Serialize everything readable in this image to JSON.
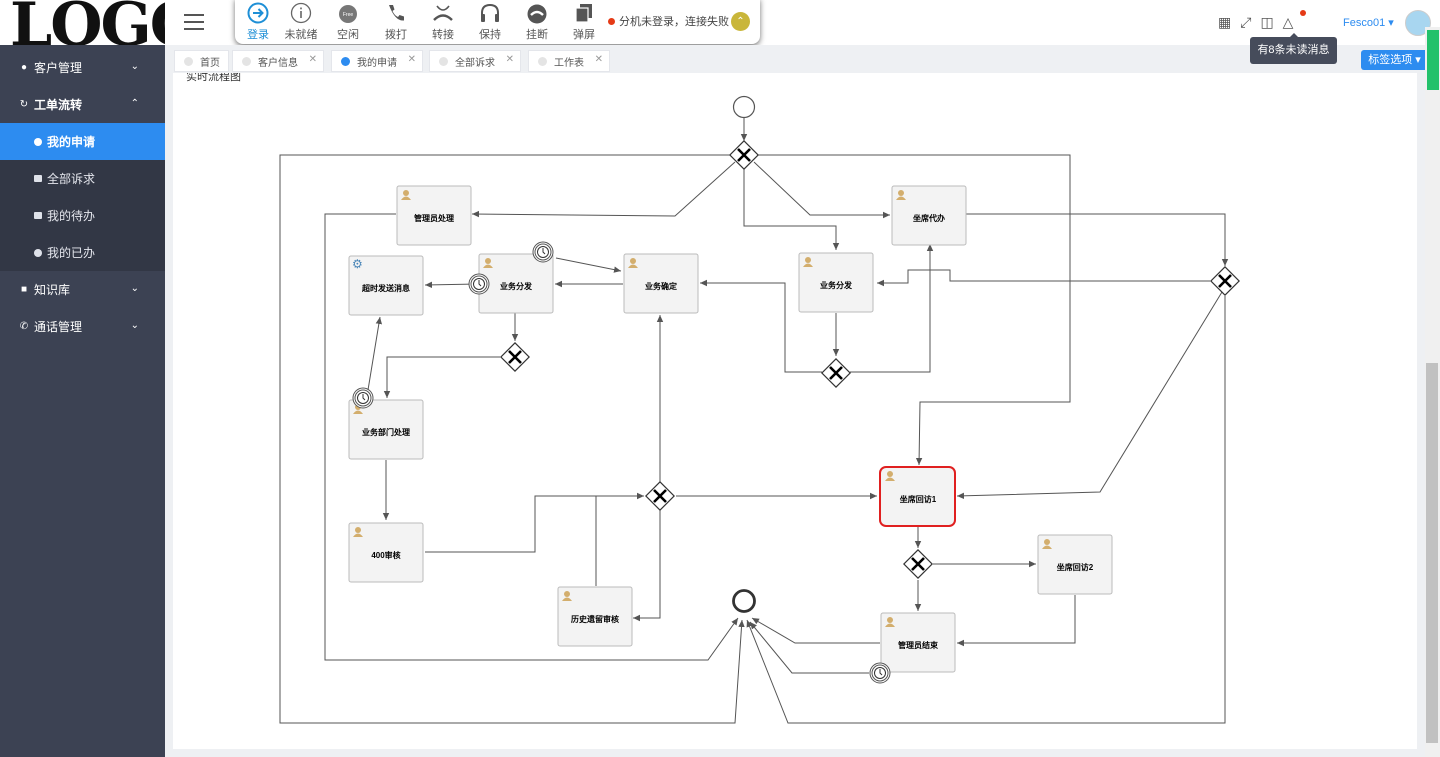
{
  "logo": {
    "text": "LOGO"
  },
  "sidebar": {
    "items": [
      {
        "label": "客户管理"
      },
      {
        "label": "工单流转"
      },
      {
        "label": "知识库"
      },
      {
        "label": "通话管理"
      }
    ],
    "subitems": [
      {
        "label": "我的申请"
      },
      {
        "label": "全部诉求"
      },
      {
        "label": "我的待办"
      },
      {
        "label": "我的已办"
      }
    ]
  },
  "phonebar": {
    "buttons": [
      {
        "label": "登录"
      },
      {
        "label": "未就绪"
      },
      {
        "label": "空闲",
        "badge": "Free"
      },
      {
        "label": "拨打"
      },
      {
        "label": "转接"
      },
      {
        "label": "保持"
      },
      {
        "label": "挂断"
      },
      {
        "label": "弹屏"
      }
    ],
    "status": "分机未登录，连接失败"
  },
  "header": {
    "user": "Fesco01",
    "tooltip": "有8条未读消息",
    "accent": "#2d8cf0"
  },
  "tabs": [
    {
      "label": "首页"
    },
    {
      "label": "客户信息"
    },
    {
      "label": "我的申请"
    },
    {
      "label": "全部诉求"
    },
    {
      "label": "工作表"
    }
  ],
  "tag_options": "标签选项",
  "content": {
    "title": "实时流程图"
  },
  "flow": {
    "nodes": [
      {
        "label": "管理员处理"
      },
      {
        "label": "坐席代办"
      },
      {
        "label": "超时发送消息"
      },
      {
        "label": "业务分发"
      },
      {
        "label": "业务确定"
      },
      {
        "label": "业务分发"
      },
      {
        "label": "业务部门处理"
      },
      {
        "label": "坐席回访1"
      },
      {
        "label": "400审核"
      },
      {
        "label": "坐席回访2"
      },
      {
        "label": "历史遗留审核"
      },
      {
        "label": "管理员结束"
      }
    ],
    "highlight_color": "#e02020"
  }
}
